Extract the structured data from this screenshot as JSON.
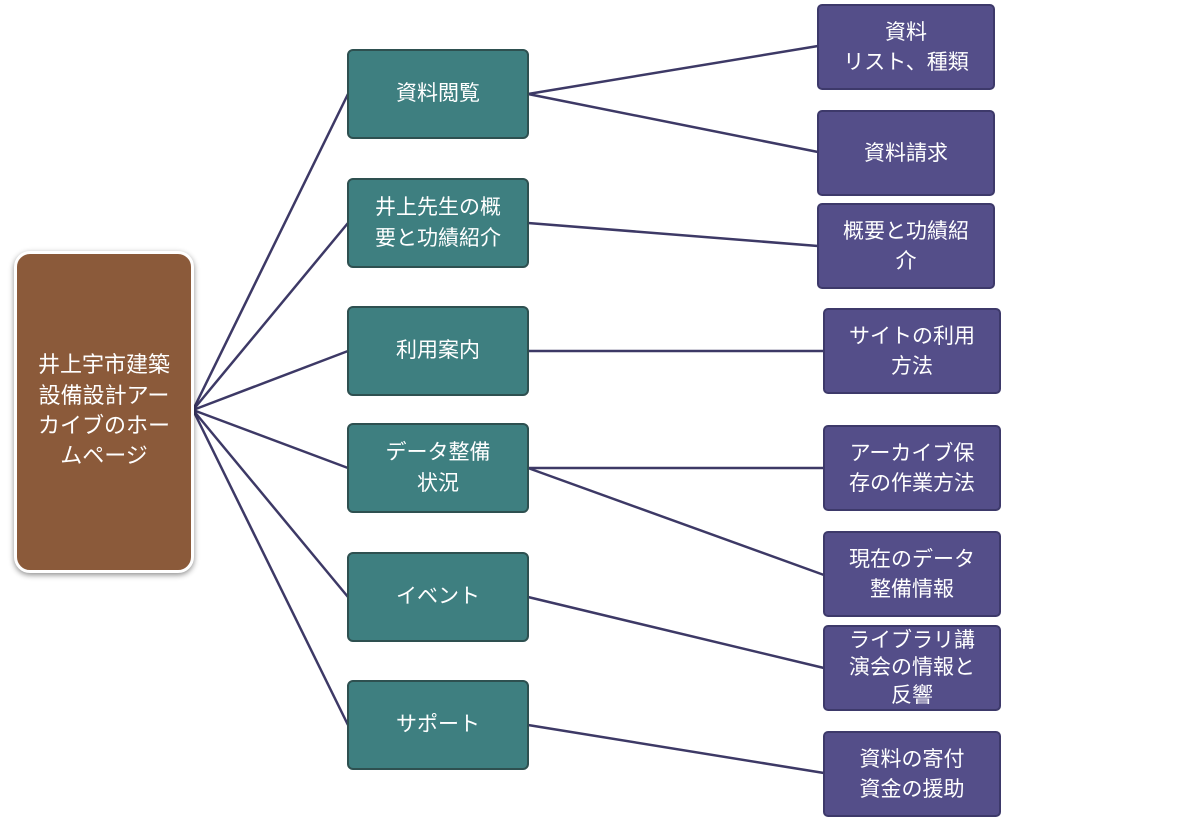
{
  "root": {
    "lines": [
      "井上宇市建築",
      "設備設計アー",
      "カイブのホー",
      "ムページ"
    ]
  },
  "categories": [
    {
      "lines": [
        "資料閲覧"
      ]
    },
    {
      "lines": [
        "井上先生の概",
        "要と功績紹介"
      ]
    },
    {
      "lines": [
        "利用案内"
      ]
    },
    {
      "lines": [
        "データ整備",
        "状況"
      ]
    },
    {
      "lines": [
        "イベント"
      ]
    },
    {
      "lines": [
        "サポート"
      ]
    }
  ],
  "details": [
    {
      "lines": [
        "資料",
        "リスト、種類"
      ]
    },
    {
      "lines": [
        "資料請求"
      ]
    },
    {
      "lines": [
        "概要と功績紹",
        "介"
      ]
    },
    {
      "lines": [
        "サイトの利用",
        "方法"
      ]
    },
    {
      "lines": [
        "アーカイブ保",
        "存の作業方法"
      ]
    },
    {
      "lines": [
        "現在のデータ",
        "整備情報"
      ]
    },
    {
      "lines": [
        "ライブラリ講",
        "演会の情報と",
        "反響"
      ]
    },
    {
      "lines": [
        "資料の寄付",
        "資金の援助"
      ]
    }
  ],
  "colors": {
    "root_fill": "#8b5a3a",
    "category_fill": "#3e7f80",
    "detail_fill": "#544e89",
    "connector": "#3d3966"
  }
}
